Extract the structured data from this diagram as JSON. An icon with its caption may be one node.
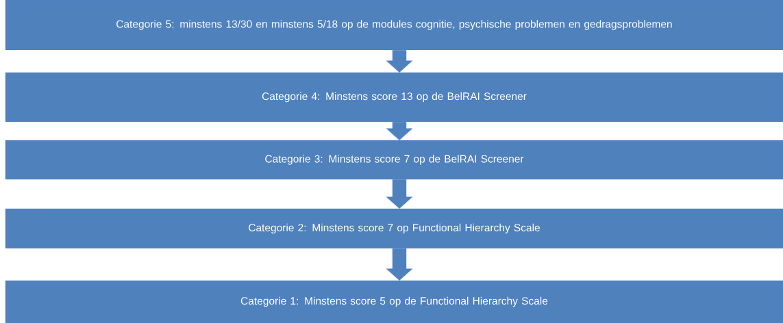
{
  "diagram": {
    "nodes": [
      {
        "text": [
          "Categorie 5: minstens 13/30 en minstens 5/18 op de modules cognitie, psychische problemen en gedragsproblemen"
        ]
      },
      {
        "text": [
          "Categorie 4: Minstens score 13 op de BelRAI Screener"
        ]
      },
      {
        "text": [
          "Categorie 3: Minstens score 7 op de BelRAI Screener"
        ]
      },
      {
        "text": [
          "Categorie 2: Minstens score 7 op Functional Hierarchy Scale"
        ]
      },
      {
        "text": [
          "Categorie 1: Minstens score 5 op de Functional Hierarchy Scale"
        ]
      }
    ],
    "edges": [
      {
        "from": 0,
        "to": 1,
        "arrow": "to"
      },
      {
        "from": 1,
        "to": 2,
        "arrow": "to"
      },
      {
        "from": 2,
        "to": 3,
        "arrow": "to"
      },
      {
        "from": 3,
        "to": 4,
        "arrow": "to"
      }
    ]
  }
}
